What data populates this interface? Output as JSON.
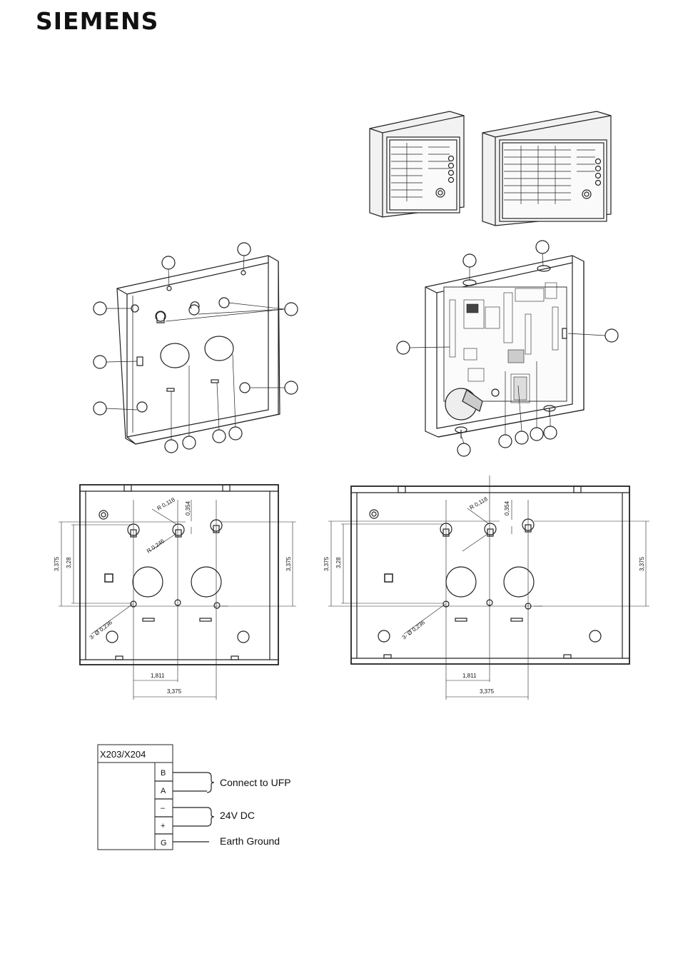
{
  "brand": "SIEMENS",
  "dims": {
    "r_small": "R  0,118",
    "r_large": "R  0,246",
    "v_354": "0,354",
    "h_3375": "3,375",
    "h_328": "3,28",
    "dia": "3-  Ø  0,236",
    "w_1811": "1,811",
    "w_3375": "3,375"
  },
  "wiring": {
    "header": "X203/X204",
    "terminals": [
      "B",
      "A",
      "–",
      "+",
      "G"
    ],
    "labels": [
      "Connect to UFP",
      "24V DC",
      "Earth Ground"
    ]
  }
}
